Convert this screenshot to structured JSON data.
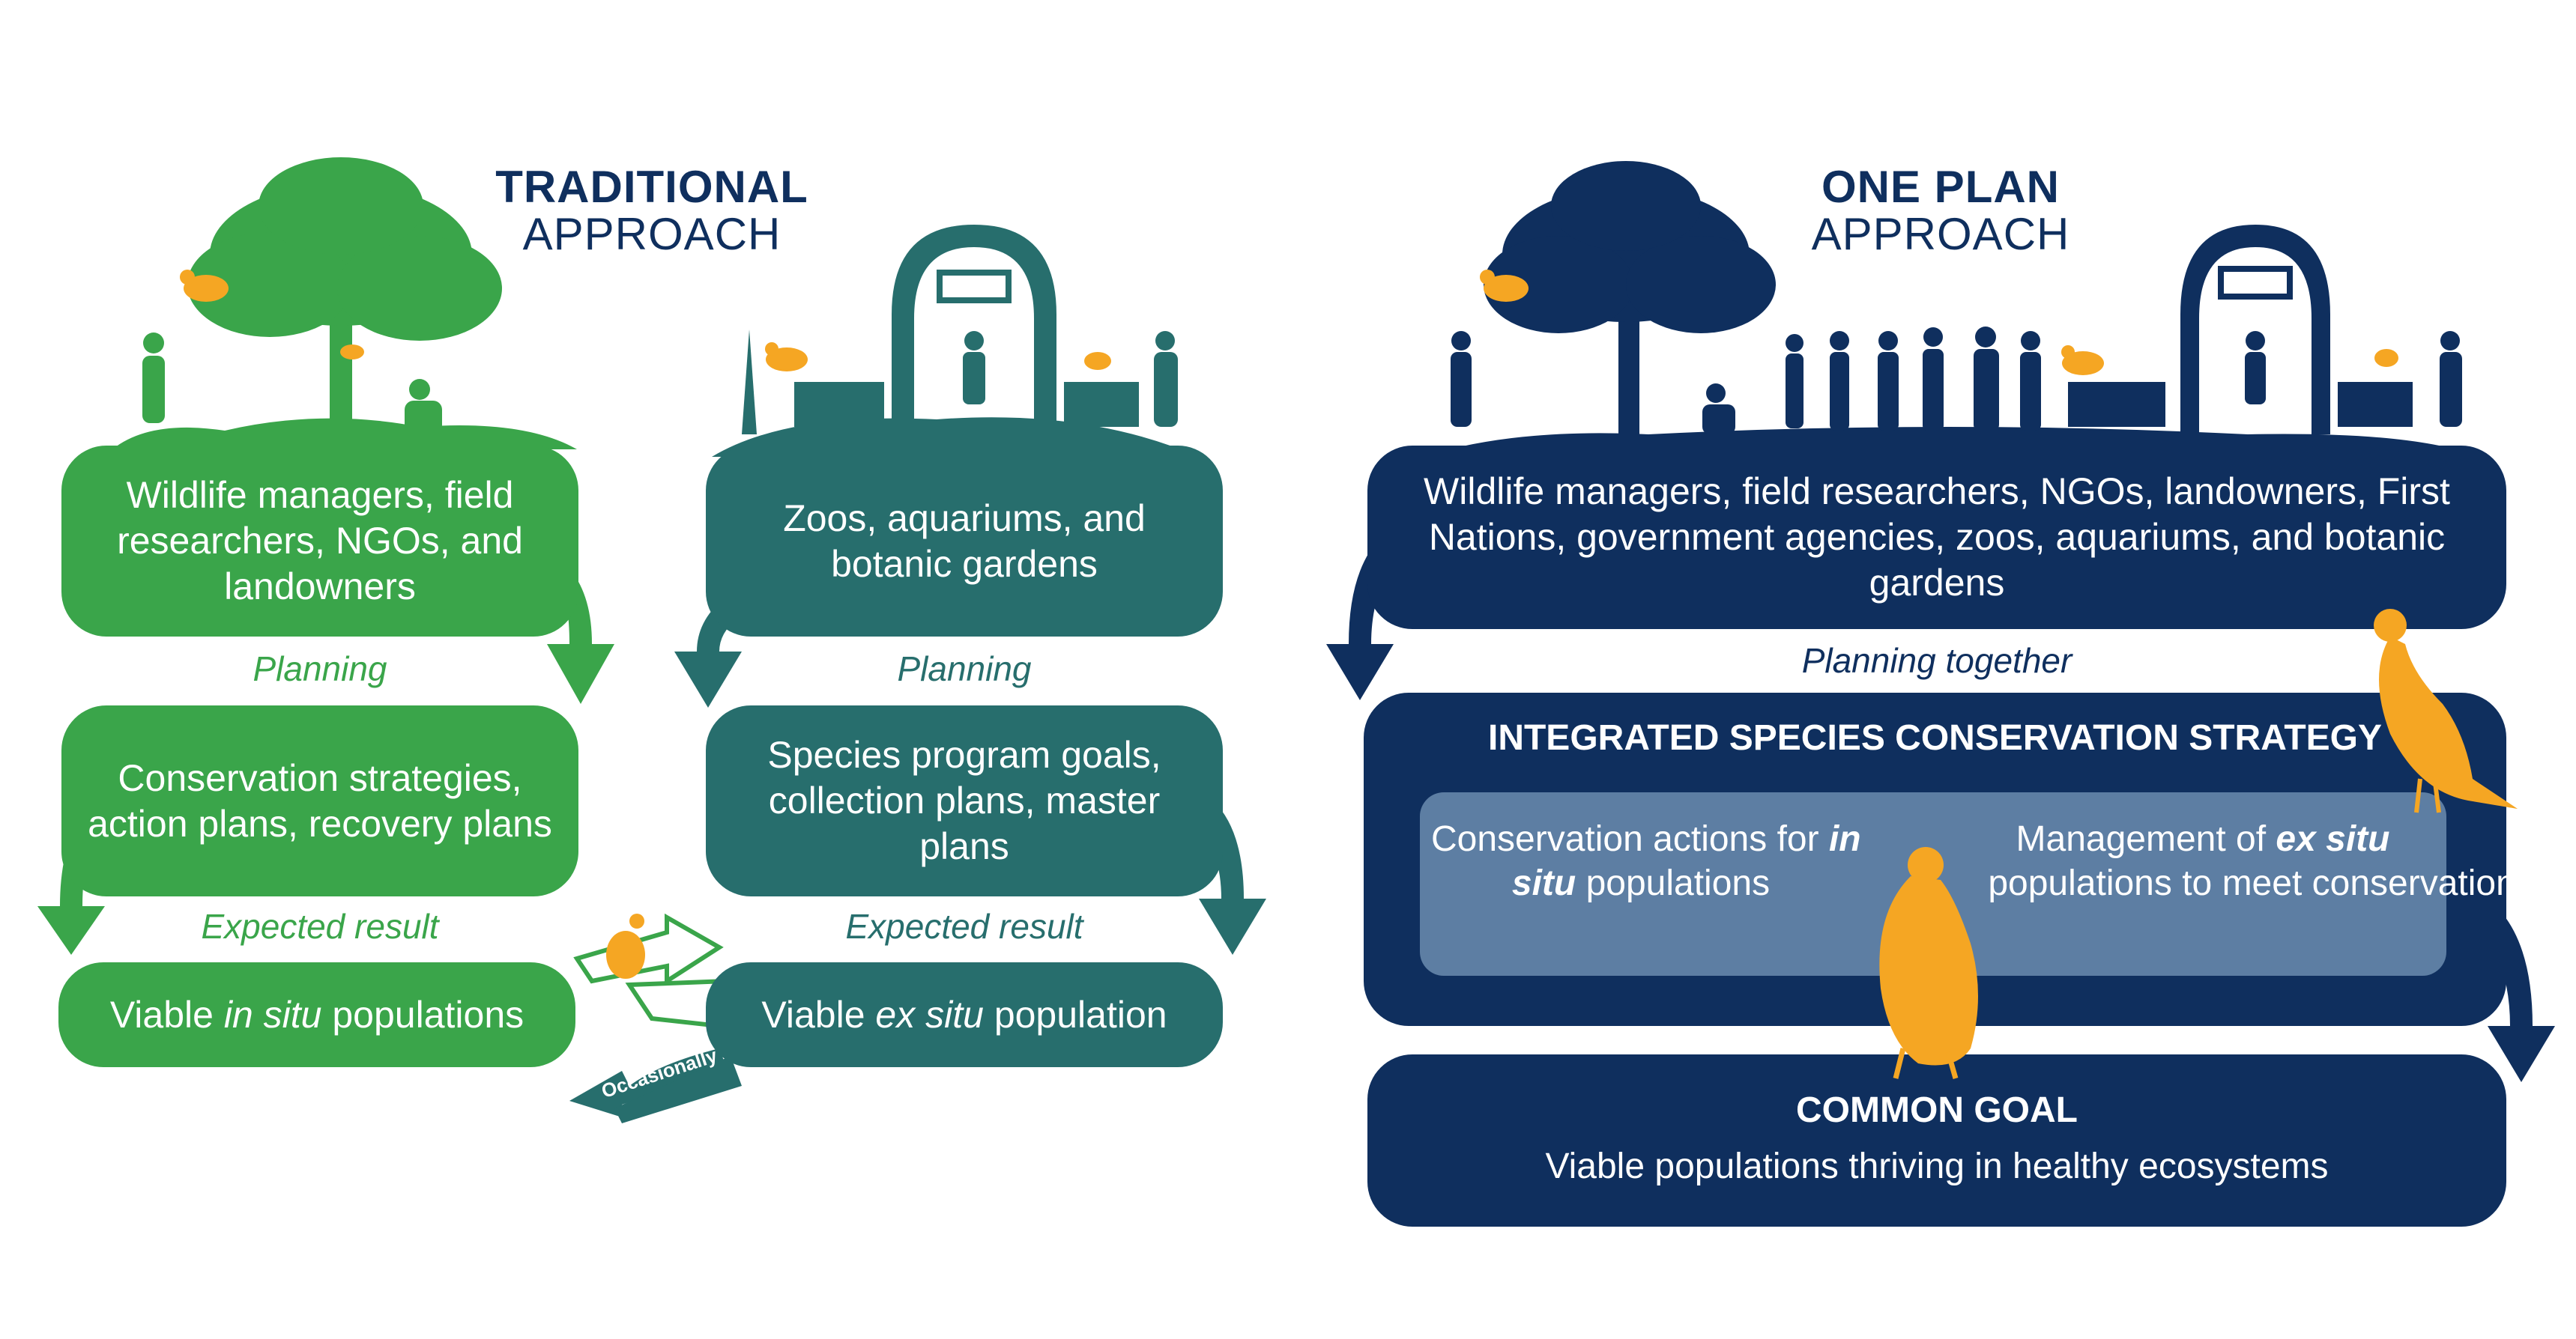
{
  "traditional": {
    "title_bold": "TRADITIONAL",
    "title_light": "APPROACH",
    "in_situ": {
      "box1": "Wildlife managers, field researchers, NGOs, and landowners",
      "label1": "Planning",
      "box2": "Conservation strategies, action plans, recovery plans",
      "label2": "Expected result",
      "box3_a": "Viable ",
      "box3_em": "in situ",
      "box3_b": " populations"
    },
    "ex_situ": {
      "box1": "Zoos, aquariums, and botanic gardens",
      "label1": "Planning",
      "box2": "Species program goals, collection plans, master plans",
      "label2": "Expected result",
      "box3_a": "Viable ",
      "box3_em": "ex situ",
      "box3_b": " population"
    },
    "occasionally": "Occasionally"
  },
  "one_plan": {
    "title_bold": "ONE PLAN",
    "title_light": "APPROACH",
    "box1": "Wildlife managers, field researchers, NGOs, landowners, First Nations, government agencies, zoos, aquariums, and botanic gardens",
    "label1": "Planning together",
    "strategy_title": "INTEGRATED SPECIES CONSERVATION STRATEGY",
    "left_a": "Conservation actions for ",
    "left_em": "in situ",
    "left_b": " populations",
    "right_a": "Management of ",
    "right_em": "ex situ",
    "right_b": " populations to meet conservation goals",
    "goal_title": "COMMON GOAL",
    "goal_text": "Viable populations thriving in healthy ecosystems"
  },
  "colors": {
    "green": "#3aa54a",
    "teal": "#276e6d",
    "navy": "#0f2f5e",
    "light_panel": "#5d7ea3",
    "bird": "#f5a623"
  }
}
